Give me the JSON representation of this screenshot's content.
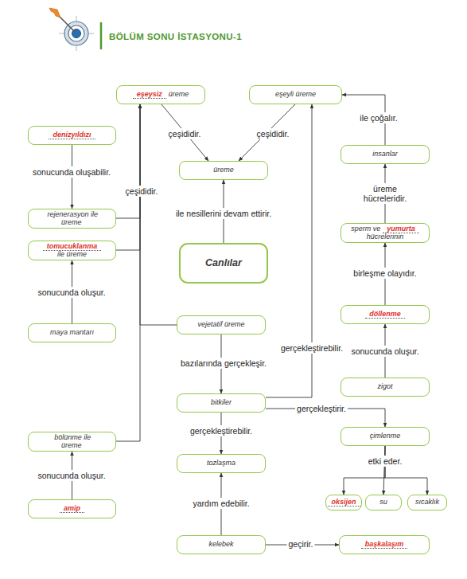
{
  "diagram": {
    "title": "BÖLÜM SONU İSTASYONU-1",
    "nodes": [
      {
        "text": [
          "eşeysiz",
          "üreme"
        ]
      },
      {
        "text": [
          "eşeyli üreme"
        ]
      },
      {
        "text": [
          "denizyıldızı"
        ]
      },
      {
        "text": [
          "insanlar"
        ]
      },
      {
        "text": [
          "üreme"
        ]
      },
      {
        "text": [
          "rejenerasyon ile üreme"
        ]
      },
      {
        "text": [
          "sperm ve",
          "yumurta",
          "hücrelerinin"
        ]
      },
      {
        "text": [
          "tomucuklanma",
          "ile üreme"
        ]
      },
      {
        "text": [
          "Canlılar"
        ]
      },
      {
        "text": [
          "döllenme"
        ]
      },
      {
        "text": [
          "vejetatif üreme"
        ]
      },
      {
        "text": [
          "maya mantarı"
        ]
      },
      {
        "text": [
          "zigot"
        ]
      },
      {
        "text": [
          "bitkiler"
        ]
      },
      {
        "text": [
          "çimlenme"
        ]
      },
      {
        "text": [
          "bölünme ile üreme"
        ]
      },
      {
        "text": [
          "tozlaşma"
        ]
      },
      {
        "text": [
          "oksijen"
        ]
      },
      {
        "text": [
          "su"
        ]
      },
      {
        "text": [
          "sıcaklık"
        ]
      },
      {
        "text": [
          "amip"
        ]
      },
      {
        "text": [
          "kelebek"
        ]
      },
      {
        "text": [
          "başkalaşım"
        ]
      }
    ],
    "edges": [
      {
        "from": 0,
        "to": 4,
        "label": "çeşididir.",
        "arrow": "to"
      },
      {
        "from": 1,
        "to": 4,
        "label": "çeşididir.",
        "arrow": "to"
      },
      {
        "from": 8,
        "to": 4,
        "label": "ile nesillerini devam ettirir.",
        "arrow": "to"
      },
      {
        "from": 2,
        "to": 5,
        "label": "sonucunda oluşabilir.",
        "arrow": "to"
      },
      {
        "from": 5,
        "to": 0,
        "label": "çeşididir.",
        "arrow": "to"
      },
      {
        "from": 7,
        "to": 0,
        "arrow": "to"
      },
      {
        "from": 10,
        "to": 0,
        "arrow": "to"
      },
      {
        "from": 15,
        "to": 0,
        "arrow": "to"
      },
      {
        "from": 11,
        "to": 7,
        "label": "sonucunda oluşur.",
        "arrow": "to"
      },
      {
        "from": 20,
        "to": 15,
        "label": "sonucunda oluşur.",
        "arrow": "to"
      },
      {
        "from": 10,
        "to": 13,
        "label": "bazılarında gerçekleşir.",
        "arrow": "to"
      },
      {
        "from": 13,
        "to": 1,
        "label": "gerçekleştirebilir.",
        "arrow": "to"
      },
      {
        "from": 13,
        "to": 14,
        "label": "gerçekleştirir.",
        "arrow": "to"
      },
      {
        "from": 13,
        "to": 16,
        "label": "gerçekleştirebilir.",
        "arrow": "to"
      },
      {
        "from": 21,
        "to": 16,
        "label": "yardım edebilir.",
        "arrow": "to"
      },
      {
        "from": 21,
        "to": 22,
        "label": "geçirir.",
        "arrow": "to"
      },
      {
        "from": 14,
        "to": 17,
        "label": "etki eder.",
        "arrow": "to"
      },
      {
        "from": 14,
        "to": 18,
        "arrow": "to"
      },
      {
        "from": 14,
        "to": 19,
        "arrow": "to"
      },
      {
        "from": 12,
        "to": 9,
        "label": "sonucunda oluşur.",
        "arrow": "to"
      },
      {
        "from": 9,
        "to": 6,
        "label": "birleşme olayıdır.",
        "arrow": "to"
      },
      {
        "from": 6,
        "to": 3,
        "label": "üreme hücreleridir.",
        "arrow": "to"
      },
      {
        "from": 3,
        "to": 1,
        "label": "ile çoğalır.",
        "arrow": "to"
      }
    ]
  }
}
